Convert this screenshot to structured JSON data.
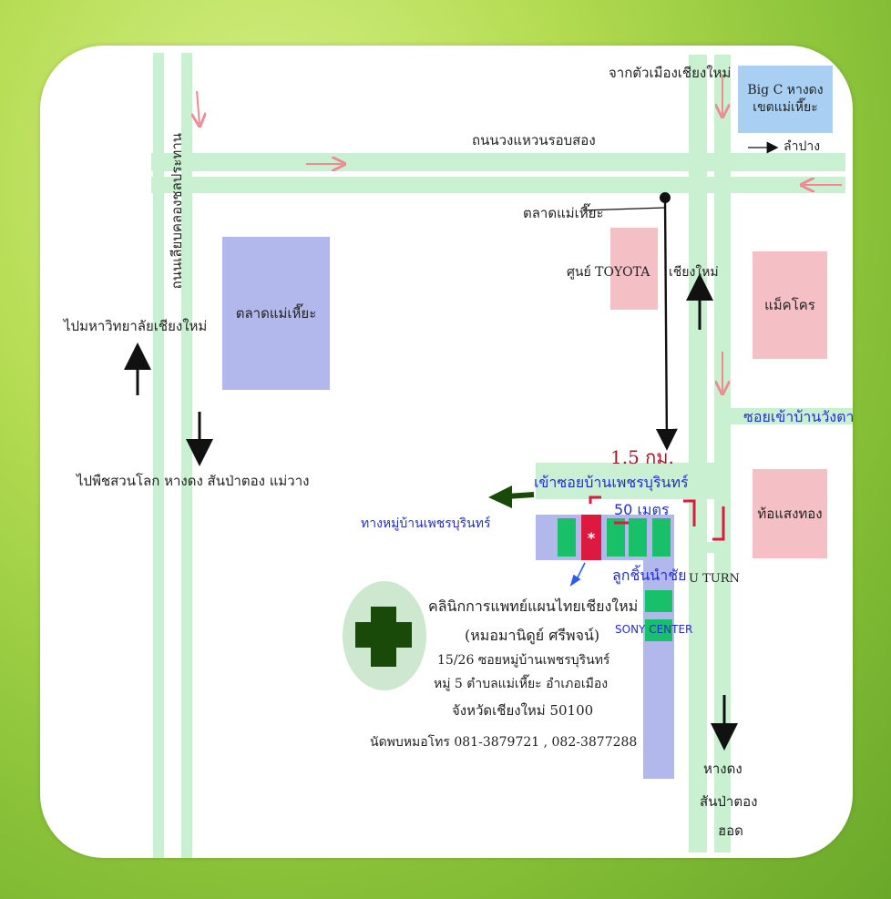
{
  "roads": {
    "ring_road": "ถนนวงแหวนรอบสอง",
    "canal_road": "ถนนเลียบคลองชลประทาน"
  },
  "labels": {
    "from_city": "จากตัวเมืองเชียงใหม่",
    "lampang": "ลำปาง",
    "market_pointer": "ตลาดแม่เหี๊ยะ",
    "toyota": "ศูนย์ TOYOTA",
    "chiang_mai": "เชียงใหม่",
    "to_university": "ไปมหาวิทยาลัยเชียงใหม่",
    "to_south": "ไปพืชสวนโลก หางดง สันป่าตอง แม่วาง",
    "soi_wang_tan": "ซอยเข้าบ้านวังตาล",
    "distance": "1.5 กม.",
    "enter_soi": "เข้าซอยบ้านเพชรบุรินทร์",
    "meters": "50 เมตร",
    "village_way": "ทางหมู่บ้านเพชรบุรินทร์",
    "luk_chin": "ลูกชิ้นนำชัย",
    "u_turn": "U TURN",
    "sony": "SONY CENTER",
    "bottom_dest_1": "หางดง",
    "bottom_dest_2": "สันป่าตอง",
    "bottom_dest_3": "ฮอด"
  },
  "blocks": {
    "bigc": "Big C หางดง\nเขตแม่เหี๊ยะ",
    "market": "ตลาดแม่เหี๊ยะ",
    "makro": "แม็คโคร",
    "tosaengthong": "ท้อแสงทอง",
    "clinic_marker": "*"
  },
  "clinic": {
    "name": "คลินิกการแพทย์แผนไทยเชียงใหม่",
    "doctor": "(หมอมานิดูย์ ศรีพจน์)",
    "address_1": "15/26 ซอยหมู่บ้านเพชรบุรินทร์",
    "address_2": "หมู่ 5 ตำบลแม่เหี๊ยะ อำเภอเมือง",
    "address_3": "จังหวัดเชียงใหม่ 50100",
    "phone": "นัดพบหมอโทร 081-3879721 , 082-3877288"
  },
  "colors": {
    "road": "#c9f0d1",
    "blue_block": "#b3b8ec",
    "pink_block": "#f4c0c6",
    "green_shop": "#18c06a",
    "clinic_red": "#dc1a3f",
    "bigc_blue": "#a9d0f2",
    "cross_dark_green": "#1a4a0a"
  }
}
